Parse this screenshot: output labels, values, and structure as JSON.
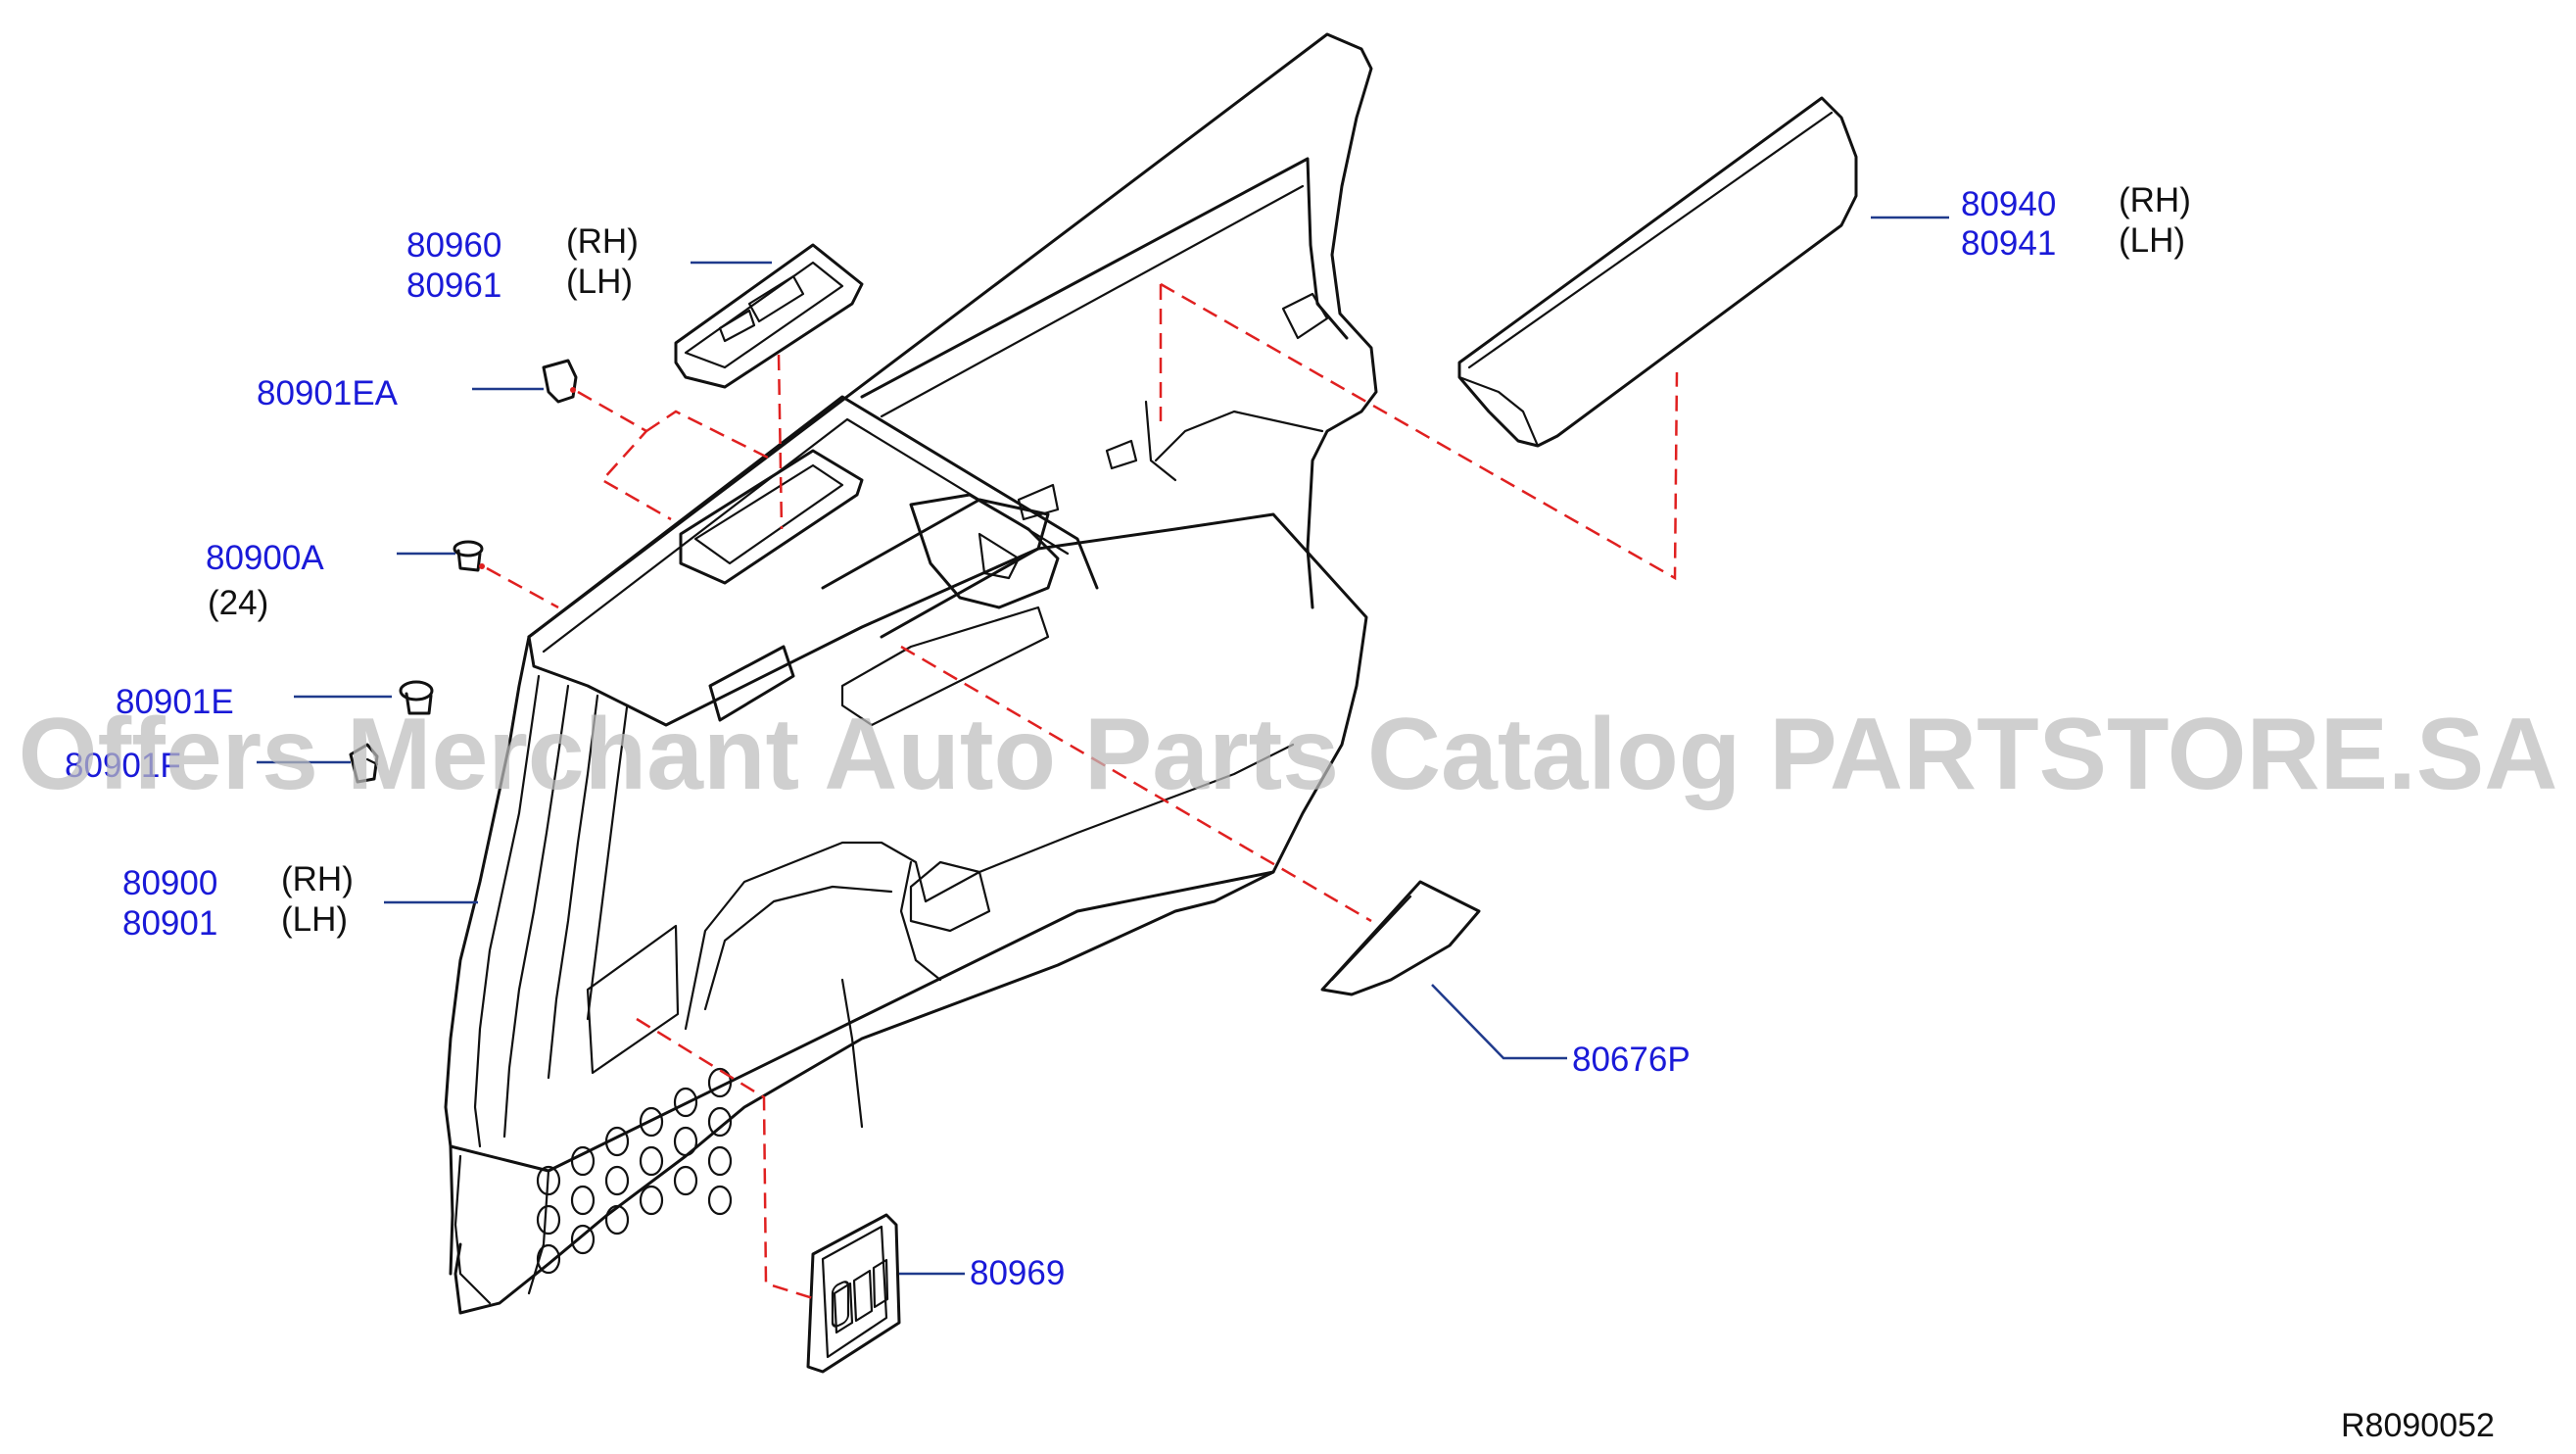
{
  "watermark": "Offers Merchant Auto Parts Catalog PARTSTORE.SA",
  "diagram_ref": "R8090052",
  "callouts": {
    "switch_rh": {
      "part": "80960",
      "side": "(RH)"
    },
    "switch_lh": {
      "part": "80961",
      "side": "(LH)"
    },
    "clip_ea": {
      "part": "80901EA"
    },
    "clip_a": {
      "part": "80900A"
    },
    "clip_a_qty": {
      "text": "(24)"
    },
    "clip_e": {
      "part": "80901E"
    },
    "clip_f": {
      "part": "80901F"
    },
    "trim_rh": {
      "part": "80900",
      "side": "(RH)"
    },
    "trim_lh": {
      "part": "80901",
      "side": "(LH)"
    },
    "armrest_rh": {
      "part": "80940",
      "side": "(RH)"
    },
    "armrest_lh": {
      "part": "80941",
      "side": "(LH)"
    },
    "pull_handle": {
      "part": "80676P"
    },
    "bezel": {
      "part": "80969"
    }
  },
  "colors": {
    "part_number": "#1a1ad8",
    "leader": "#1f3a8c",
    "dashed_guide": "#e02020",
    "outline": "#111111"
  }
}
